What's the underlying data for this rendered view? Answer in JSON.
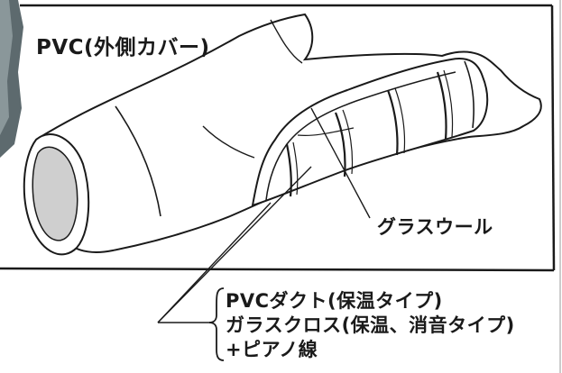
{
  "labels": {
    "pvc_cover": "PVC(外側カバー)",
    "glass_wool": "グラスウール",
    "specs": [
      "PVCダクト(保温タイプ)",
      "ガラスクロス(保温、消音タイプ)",
      "+ピアノ線"
    ]
  },
  "colors": {
    "line": "#1a1a1a",
    "inner_pipe": "#cfcfcf",
    "edge_photo": "#5d6a6e"
  }
}
